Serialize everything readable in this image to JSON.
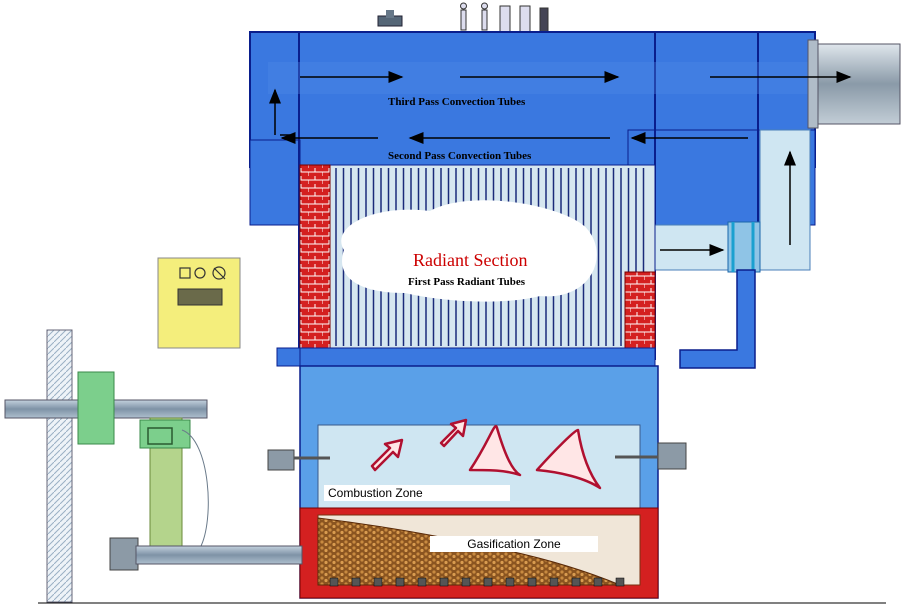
{
  "labels": {
    "third_pass": "Third Pass Convection Tubes",
    "second_pass": "Second Pass Convection Tubes",
    "radiant_section": "Radiant Section",
    "first_pass": "First Pass Radiant Tubes",
    "combustion_zone": "Combustion Zone",
    "gasification_zone": "Gasification Zone"
  },
  "colors": {
    "boiler_blue": "#3a78e0",
    "boiler_outline": "#0a1e8c",
    "light_blue": "#cfe6f2",
    "brick_red": "#d42020",
    "furnace_blue": "#5aa0e8",
    "fuel_brown": "#a0662a",
    "control_yellow": "#f4ee7c",
    "pipe_gray": "#8ca0b4",
    "green_part": "#7ccf8c"
  }
}
